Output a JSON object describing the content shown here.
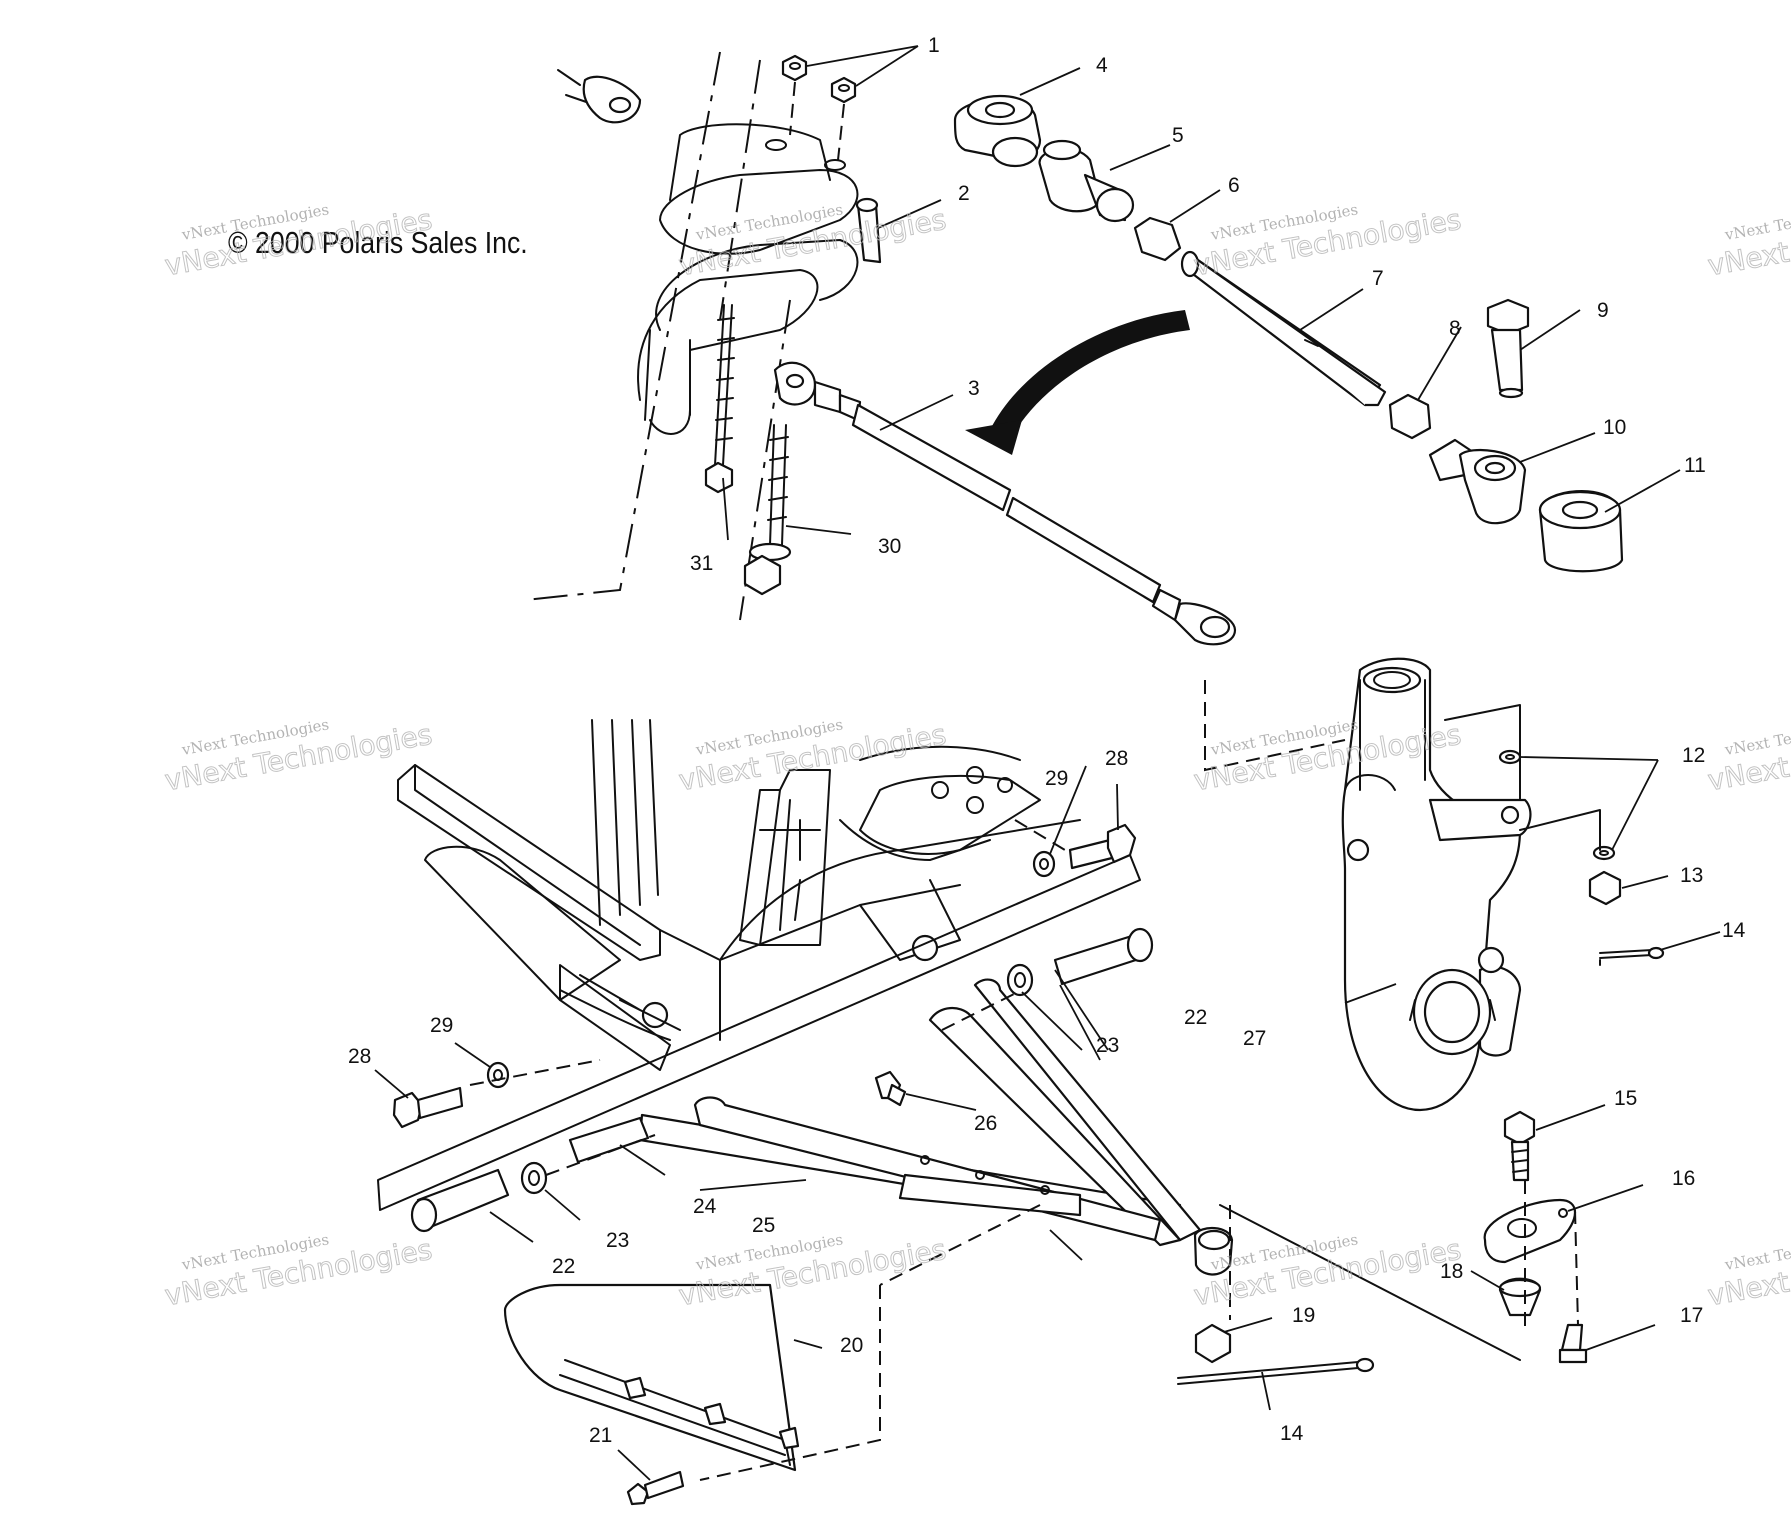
{
  "copyright": "© 2000 Polaris Sales Inc.",
  "watermark": {
    "line1": "vNext Technologies",
    "line2": "vNext Technologies"
  },
  "callouts": [
    "1",
    "2",
    "3",
    "4",
    "5",
    "6",
    "7",
    "8",
    "9",
    "10",
    "11",
    "12",
    "13",
    "14",
    "14",
    "15",
    "16",
    "17",
    "18",
    "19",
    "20",
    "21",
    "22",
    "22",
    "23",
    "23",
    "24",
    "25",
    "26",
    "27",
    "28",
    "28",
    "29",
    "29",
    "30",
    "31"
  ]
}
